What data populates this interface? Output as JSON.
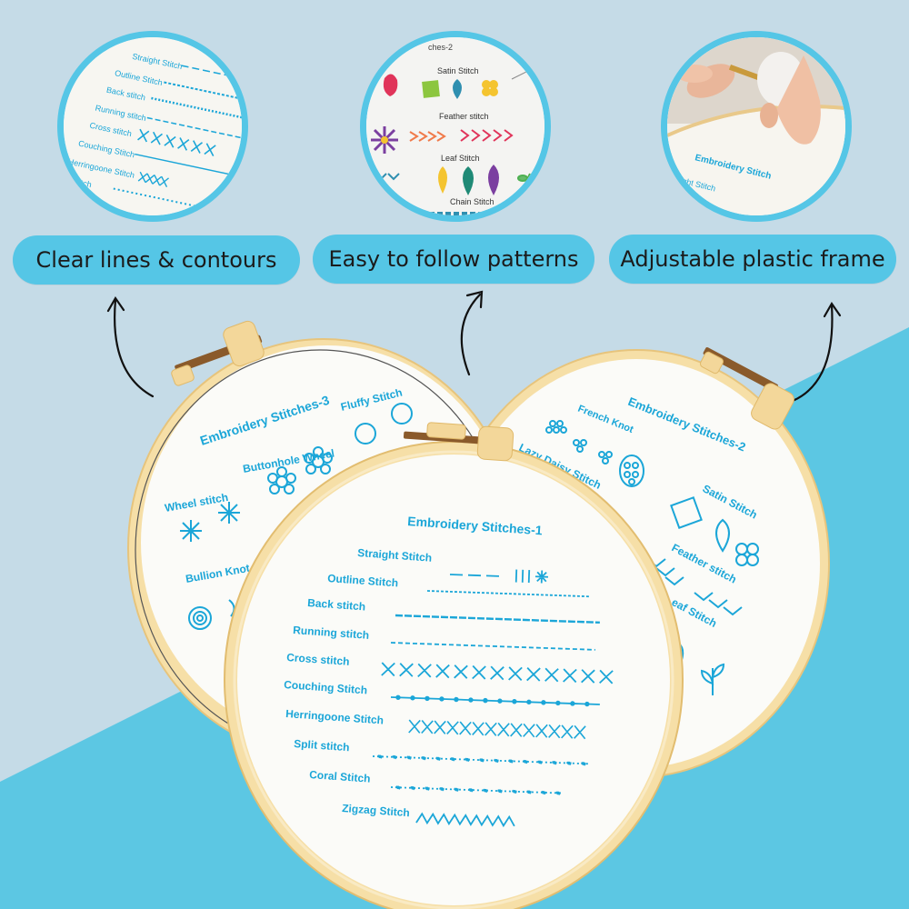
{
  "colors": {
    "accent": "#55c6e6",
    "pattern_blue": "#1ba6d8",
    "hoop_wood": "#f3d79a",
    "fabric": "#fbfbf8"
  },
  "features": [
    {
      "label": "Clear lines & contours",
      "icon": "arrow-up-curve-icon"
    },
    {
      "label": "Easy to follow patterns",
      "icon": "arrow-up-curve-icon"
    },
    {
      "label": "Adjustable plastic frame",
      "icon": "arrow-up-curve-icon"
    }
  ],
  "detail_circle_1": {
    "stitches": [
      "Straight Stitch",
      "Outline Stitch",
      "Back stitch",
      "Running stitch",
      "Cross stitch",
      "Couching Stitch",
      "Herringoone Stitch",
      "l stitch"
    ]
  },
  "detail_circle_2": {
    "header": "ches-2",
    "stitches": [
      "Satin Stitch",
      "Feather stitch",
      "Leaf Stitch",
      "Chain Stitch"
    ]
  },
  "detail_circle_3": {
    "title": "Embroidery Stitch",
    "stitch": "ight Stitch"
  },
  "hoop_1": {
    "title": "Embroidery Stitches-1",
    "stitches": [
      "Straight Stitch",
      "Outline Stitch",
      "Back stitch",
      "Running stitch",
      "Cross stitch",
      "Couching Stitch",
      "Herringoone Stitch",
      "Split stitch",
      "Coral Stitch",
      "Zigzag Stitch"
    ]
  },
  "hoop_2": {
    "title": "Embroidery Stitches-2",
    "stitches": [
      "French Knot",
      "Lazy Daisy Stitch",
      "Satin Stitch",
      "Feather stitch",
      "eaf Stitch"
    ]
  },
  "hoop_3": {
    "title": "Embroidery Stitches-3",
    "stitches": [
      "Buttonhole Wheel",
      "Fluffy Stitch",
      "Wheel stitch",
      "Bullion Knot"
    ]
  }
}
